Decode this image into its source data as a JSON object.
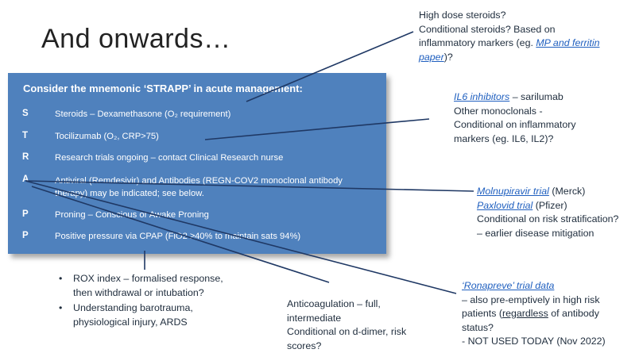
{
  "title": "And onwards…",
  "panel": {
    "heading": "Consider the mnemonic ‘STRAPP’ in acute management:",
    "rows": [
      {
        "letter": "S",
        "text": "Steroids – Dexamethasone (O₂ requirement)"
      },
      {
        "letter": "T",
        "text": "Tocilizumab (O₂, CRP>75)"
      },
      {
        "letter": "R",
        "text": "Research trials ongoing – contact Clinical Research nurse"
      },
      {
        "letter": "A",
        "text": "Antiviral (Remdesivir) and Antibodies (REGN-COV2 monoclonal antibody therapy) may be indicated; see below."
      },
      {
        "letter": "P",
        "text": "Proning – Conscious or Awake Proning"
      },
      {
        "letter": "P",
        "text": "Positive pressure via CPAP (FiO2 ≥40% to maintain sats 94%)"
      }
    ]
  },
  "notes": {
    "steroids": {
      "line1": "High dose steroids?",
      "line2": "Conditional steroids? Based on",
      "line3": "inflammatory markers (eg. ",
      "link": "MP and ferritin paper",
      "tail": ")?"
    },
    "il6": {
      "link": "IL6 inhibitors",
      "line1_tail": " – sarilumab",
      "line2": "Other monoclonals -",
      "line3": "Conditional on inflammatory",
      "line4": "markers (eg. IL6, IL2)?"
    },
    "antiviral": {
      "link1": "Molnupiravir trial",
      "tail1": " (Merck)",
      "link2": "Paxlovid trial",
      "tail2": " (Pfizer)",
      "line3": "Conditional on risk stratification?",
      "line4": "– earlier disease mitigation"
    },
    "ronapreve": {
      "link": "‘Ronapreve’ trial data",
      "line2": "– also pre-emptively in high risk",
      "line3a": "patients (",
      "line3u": "regardless",
      "line3b": " of antibody",
      "line4": "status?",
      "line5": "- NOT USED TODAY (Nov 2022)"
    },
    "anticoag": {
      "line1": "Anticoagulation – full,",
      "line2": "intermediate",
      "line3": "Conditional on d-dimer, risk",
      "line4": "scores?"
    },
    "rox": {
      "bullets": [
        "ROX index – formalised response, then withdrawal or intubation?",
        "Understanding barotrauma, physiological injury, ARDS"
      ]
    }
  },
  "colors": {
    "panel": "#4f81bd",
    "link": "#1f5fbf",
    "line": "#1f3864"
  }
}
